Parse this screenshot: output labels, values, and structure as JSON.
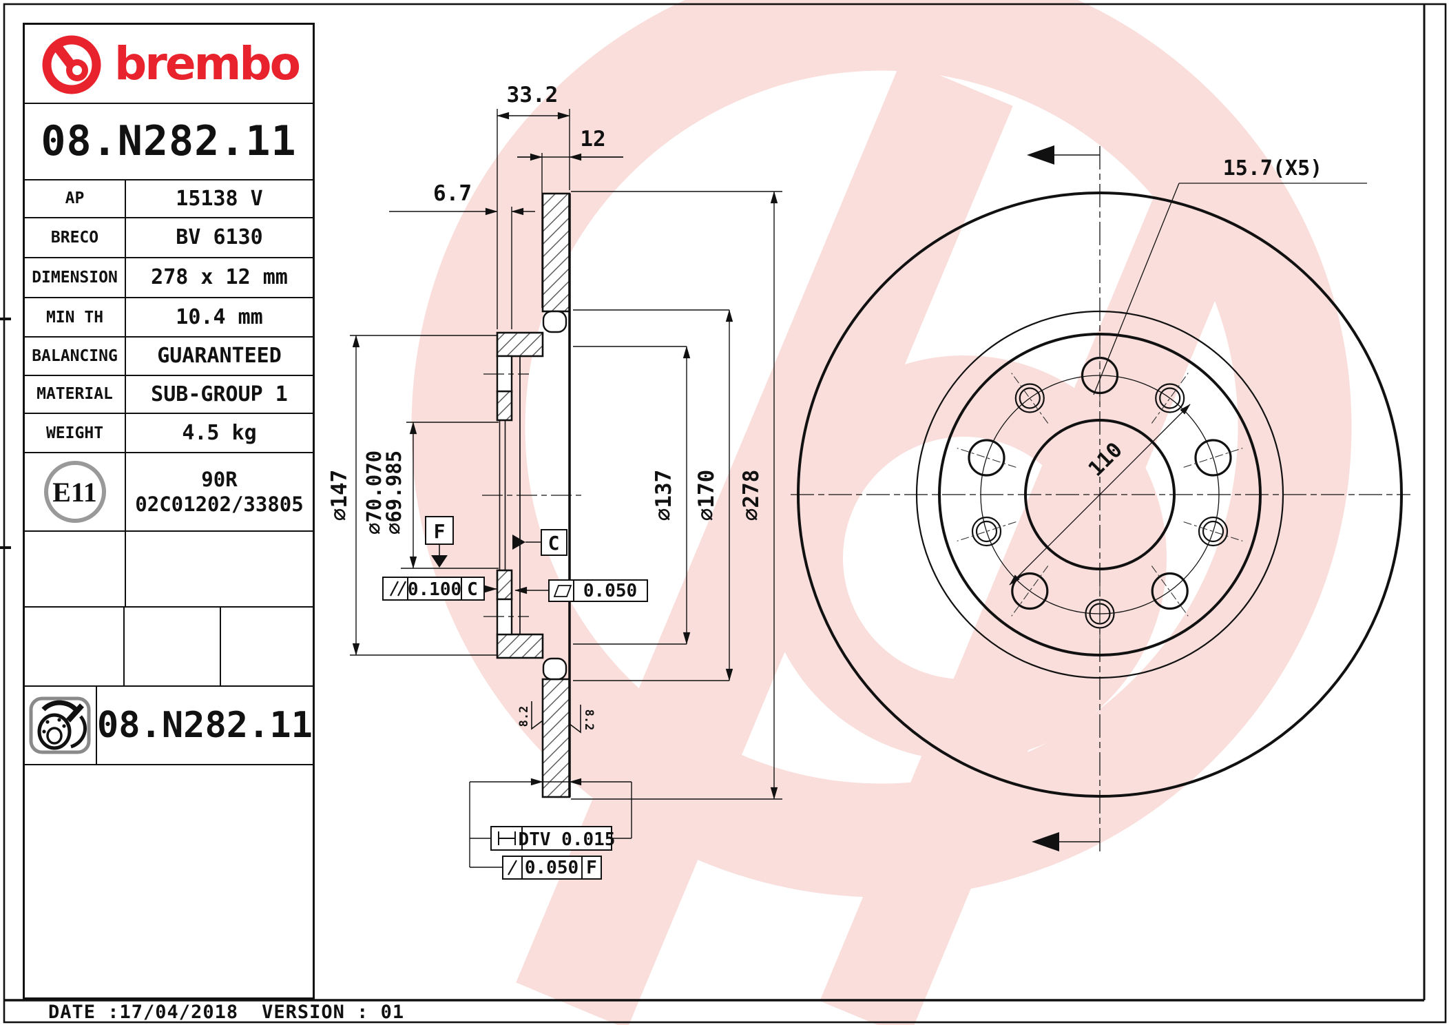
{
  "brand": {
    "wordmark": "brembo"
  },
  "part_number": "08.N282.11",
  "specs": [
    {
      "label": "AP",
      "value": "15138 V"
    },
    {
      "label": "BRECO",
      "value": "BV 6130"
    },
    {
      "label": "DIMENSION",
      "value": "278 x 12 mm"
    },
    {
      "label": "MIN TH",
      "value": "10.4 mm"
    },
    {
      "label": "BALANCING",
      "value": "GUARANTEED"
    },
    {
      "label": "MATERIAL",
      "value": "SUB-GROUP 1"
    },
    {
      "label": "WEIGHT",
      "value": "4.5 kg"
    }
  ],
  "homologation": {
    "badge": "E11",
    "line1": "90R",
    "line2": "02C01202/33805"
  },
  "footer_part_number": "08.N282.11",
  "footer": {
    "date": "DATE :17/04/2018",
    "version": "VERSION : 01"
  },
  "section_view": {
    "overall_width": "33.2",
    "disc_thickness": "12",
    "hat_offset": "6.7",
    "flange_dia": "∅147",
    "bore_dia_max": "∅70.070",
    "bore_dia_min": "∅69.985",
    "hat_inner_dia": "∅137",
    "braking_inner_dia": "∅170",
    "outer_dia": "∅278",
    "roughness_left": "8.2",
    "roughness_right": "8.2",
    "datum_f": "F",
    "datum_c": "C",
    "parallelism": {
      "value": "0.100",
      "datum": "C"
    },
    "flatness": {
      "value": "0.050"
    },
    "dtv": {
      "value": "DTV 0.015"
    },
    "runout": {
      "value": "0.050",
      "datum": "F"
    }
  },
  "front_view": {
    "bolt_holes": "15.7(X5)",
    "bolt_circle_dia": "110"
  },
  "colors": {
    "brand_red": "#e8232d",
    "watermark_pink": "#f9dedb",
    "disc_blue": "#c9cdf0"
  }
}
